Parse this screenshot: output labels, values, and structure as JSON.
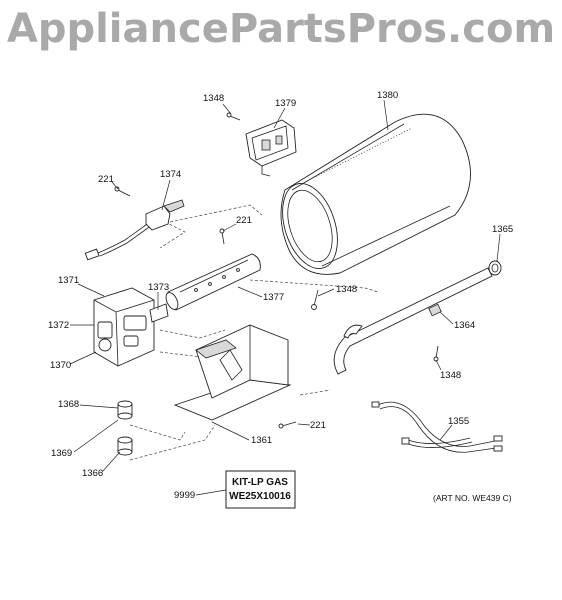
{
  "watermark": "AppliancePartsPros.com",
  "parts": {
    "p1348a": "1348",
    "p1379": "1379",
    "p1380": "1380",
    "p221a": "221",
    "p1374": "1374",
    "p221b": "221",
    "p1365": "1365",
    "p1371": "1371",
    "p1373": "1373",
    "p1348b": "1348",
    "p1377": "1377",
    "p1372": "1372",
    "p1364": "1364",
    "p1370": "1370",
    "p1348c": "1348",
    "p1368": "1368",
    "p221c": "221",
    "p1355": "1355",
    "p1361": "1361",
    "p1369": "1369",
    "p1366": "1366",
    "p9999": "9999"
  },
  "kit_box": {
    "line1": "KIT-LP GAS",
    "line2": "WE25X10016"
  },
  "art_number": "(ART NO. WE439 C)"
}
